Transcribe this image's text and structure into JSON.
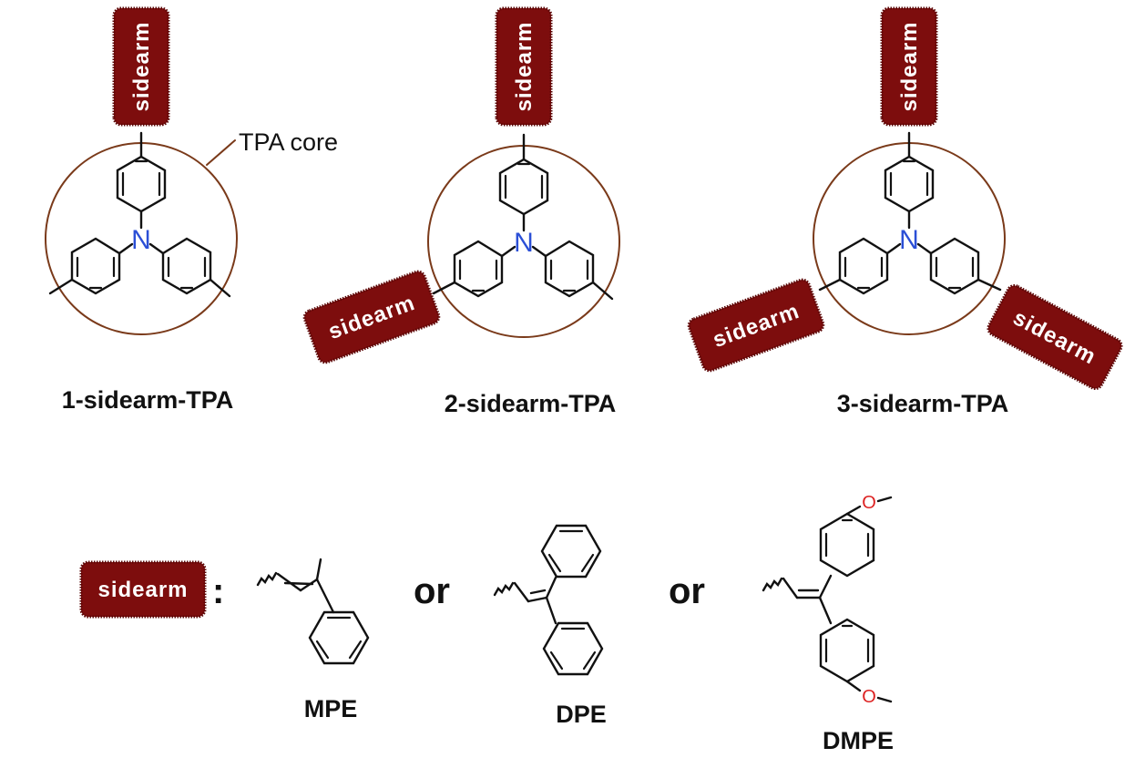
{
  "labels": {
    "core": "TPA core",
    "nitrogen": "N",
    "oxygen": "O",
    "sidearm": "sidearm",
    "one_sidearm": "1-sidearm-TPA",
    "two_sidearm": "2-sidearm-TPA",
    "three_sidearm": "3-sidearm-TPA",
    "colon": ":",
    "or": "or",
    "mpe": "MPE",
    "dpe": "DPE",
    "dmpe": "DMPE"
  },
  "colors": {
    "sidearm_badge": "#7d0d0d",
    "core_circle": "#7a3a1a",
    "nitrogen": "#2b4fd6",
    "oxygen": "#dd2222"
  }
}
